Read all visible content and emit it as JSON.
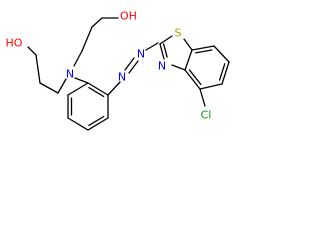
{
  "molecule": {
    "atoms": {
      "oh_top": "OH",
      "oh_left": "HO",
      "n_amine": "N",
      "n_azo_1": "N",
      "n_azo_2": "N",
      "s_ring": "S",
      "n_ring": "N",
      "cl": "Cl"
    },
    "colors": {
      "oxygen": "#ff0000",
      "nitrogen": "#0000ff",
      "sulfur": "#b2a000",
      "chlorine": "#00a000",
      "bond": "#000000"
    }
  }
}
